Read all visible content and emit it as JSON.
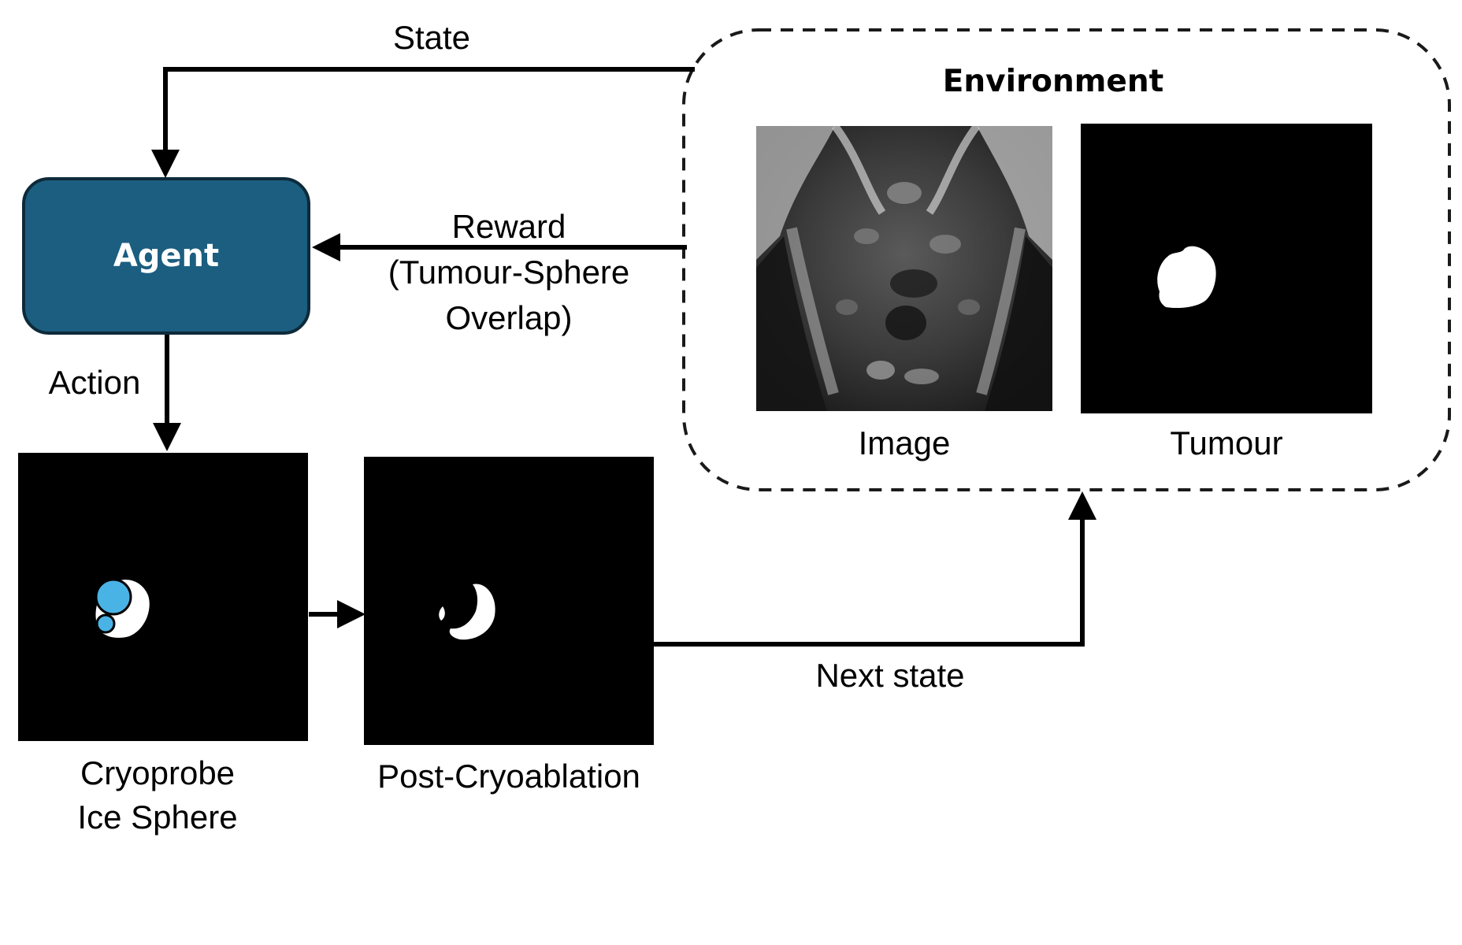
{
  "agent": {
    "label": "Agent"
  },
  "environment": {
    "title": "Environment",
    "image_caption": "Image",
    "tumour_caption": "Tumour"
  },
  "edges": {
    "state": "State",
    "reward_line1": "Reward",
    "reward_line2": "(Tumour-Sphere",
    "reward_line3": "Overlap)",
    "action": "Action",
    "next_state": "Next state"
  },
  "panels": {
    "cryoprobe_line1": "Cryoprobe",
    "cryoprobe_line2": "Ice Sphere",
    "post": "Post-Cryoablation"
  },
  "colors": {
    "agent_fill": "#1b5e80",
    "agent_stroke": "#0e2a3a",
    "ice_sphere": "#4ab3e6",
    "panel_bg": "#000000",
    "tumour": "#ffffff"
  }
}
